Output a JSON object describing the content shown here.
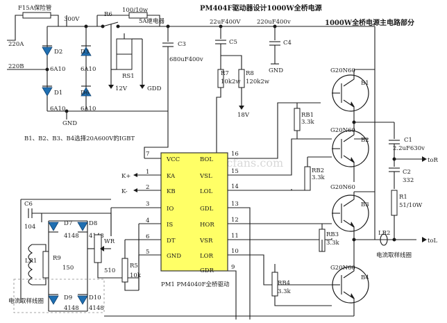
{
  "title": "PM404F驱动器设计1000W全桥电源",
  "subtitle": "1000W全桥电源主电路部分",
  "watermark": "www.elecfans.com",
  "note_igbt": "B1、B2、B3、B4选择20A600V的IGBT",
  "fuse": "F15A保险管",
  "input_a": "220A",
  "input_b": "220B",
  "bridge_diodes": [
    {
      "name": "D1",
      "rating": "6A10"
    },
    {
      "name": "D2",
      "rating": "6A10"
    },
    {
      "name": "D3",
      "rating": "6A10"
    },
    {
      "name": "D6",
      "rating": "6A10"
    }
  ],
  "labels": {
    "v300": "300V",
    "gnd": "GND",
    "r6": "R6",
    "r6_val": "100/10w",
    "relay": "5A继电器",
    "rs1": "RS1",
    "v12": "12V",
    "gdd": "GDD",
    "c3": "C3",
    "c3_val": "680uF400v",
    "c5_val": "22uF400V",
    "c5": "C5",
    "c4_val": "220uF400v",
    "c4": "C4",
    "gnd2": "GND",
    "r7": "R7",
    "r7_val": "10k2w",
    "r8": "R8",
    "r8_val": "120k2w",
    "v18": "18V",
    "rb1": "RB1",
    "rb1_val": "3.3k",
    "rb2": "RB2",
    "rb2_val": "3.3k",
    "rb3": "RB3",
    "rb3_val": "3.3k",
    "rb4": "RB4",
    "rb4_val": "3.3k",
    "c1": "C1",
    "c1_val": "2.2uF630v",
    "c2": "C2",
    "c2_val": "332",
    "r1": "R1",
    "r1_val": "51/10W",
    "tor": "toR",
    "tol": "toL",
    "lr2": "LR2",
    "sense2": "电流取样线圈",
    "c6": "C6",
    "c6_val": "104",
    "d7": "D7",
    "d7_val": "4148",
    "d8": "D8",
    "d8_val": "4148",
    "d9": "D9",
    "d9_val": "4148",
    "d10": "D10",
    "d10_val": "4148",
    "lr1": "LR1",
    "r9": "R9",
    "r9_val": "150",
    "wr": "WR",
    "wr_val": "510",
    "r5": "R5",
    "r5_val": "10k",
    "sense1": "电流取样线圈",
    "kplus": "K+",
    "kminus": "K-",
    "chip_name": "PM1 PM4040F全桥驱动"
  },
  "igbts": [
    {
      "model": "G20N60",
      "name": "B1"
    },
    {
      "model": "G20N60",
      "name": "B2"
    },
    {
      "model": "G20N60",
      "name": "B3"
    },
    {
      "model": "G20N60",
      "name": "B4"
    }
  ],
  "chip_pins_left": [
    {
      "num": "7",
      "name": "VCC"
    },
    {
      "num": "1",
      "name": "KA"
    },
    {
      "num": "2",
      "name": "KB"
    },
    {
      "num": "3",
      "name": "IO"
    },
    {
      "num": "4",
      "name": "IS"
    },
    {
      "num": "6",
      "name": "DT"
    },
    {
      "num": "5",
      "name": "GND"
    }
  ],
  "chip_pins_right": [
    {
      "num": "16",
      "name": "BOL"
    },
    {
      "num": "15",
      "name": "VSL"
    },
    {
      "num": "14",
      "name": "LOL"
    },
    {
      "num": "13",
      "name": "GDL"
    },
    {
      "num": "12",
      "name": "HOR"
    },
    {
      "num": "11",
      "name": "VSR"
    },
    {
      "num": "10",
      "name": "LOR"
    },
    {
      "num": "9",
      "name": "GDR"
    }
  ]
}
